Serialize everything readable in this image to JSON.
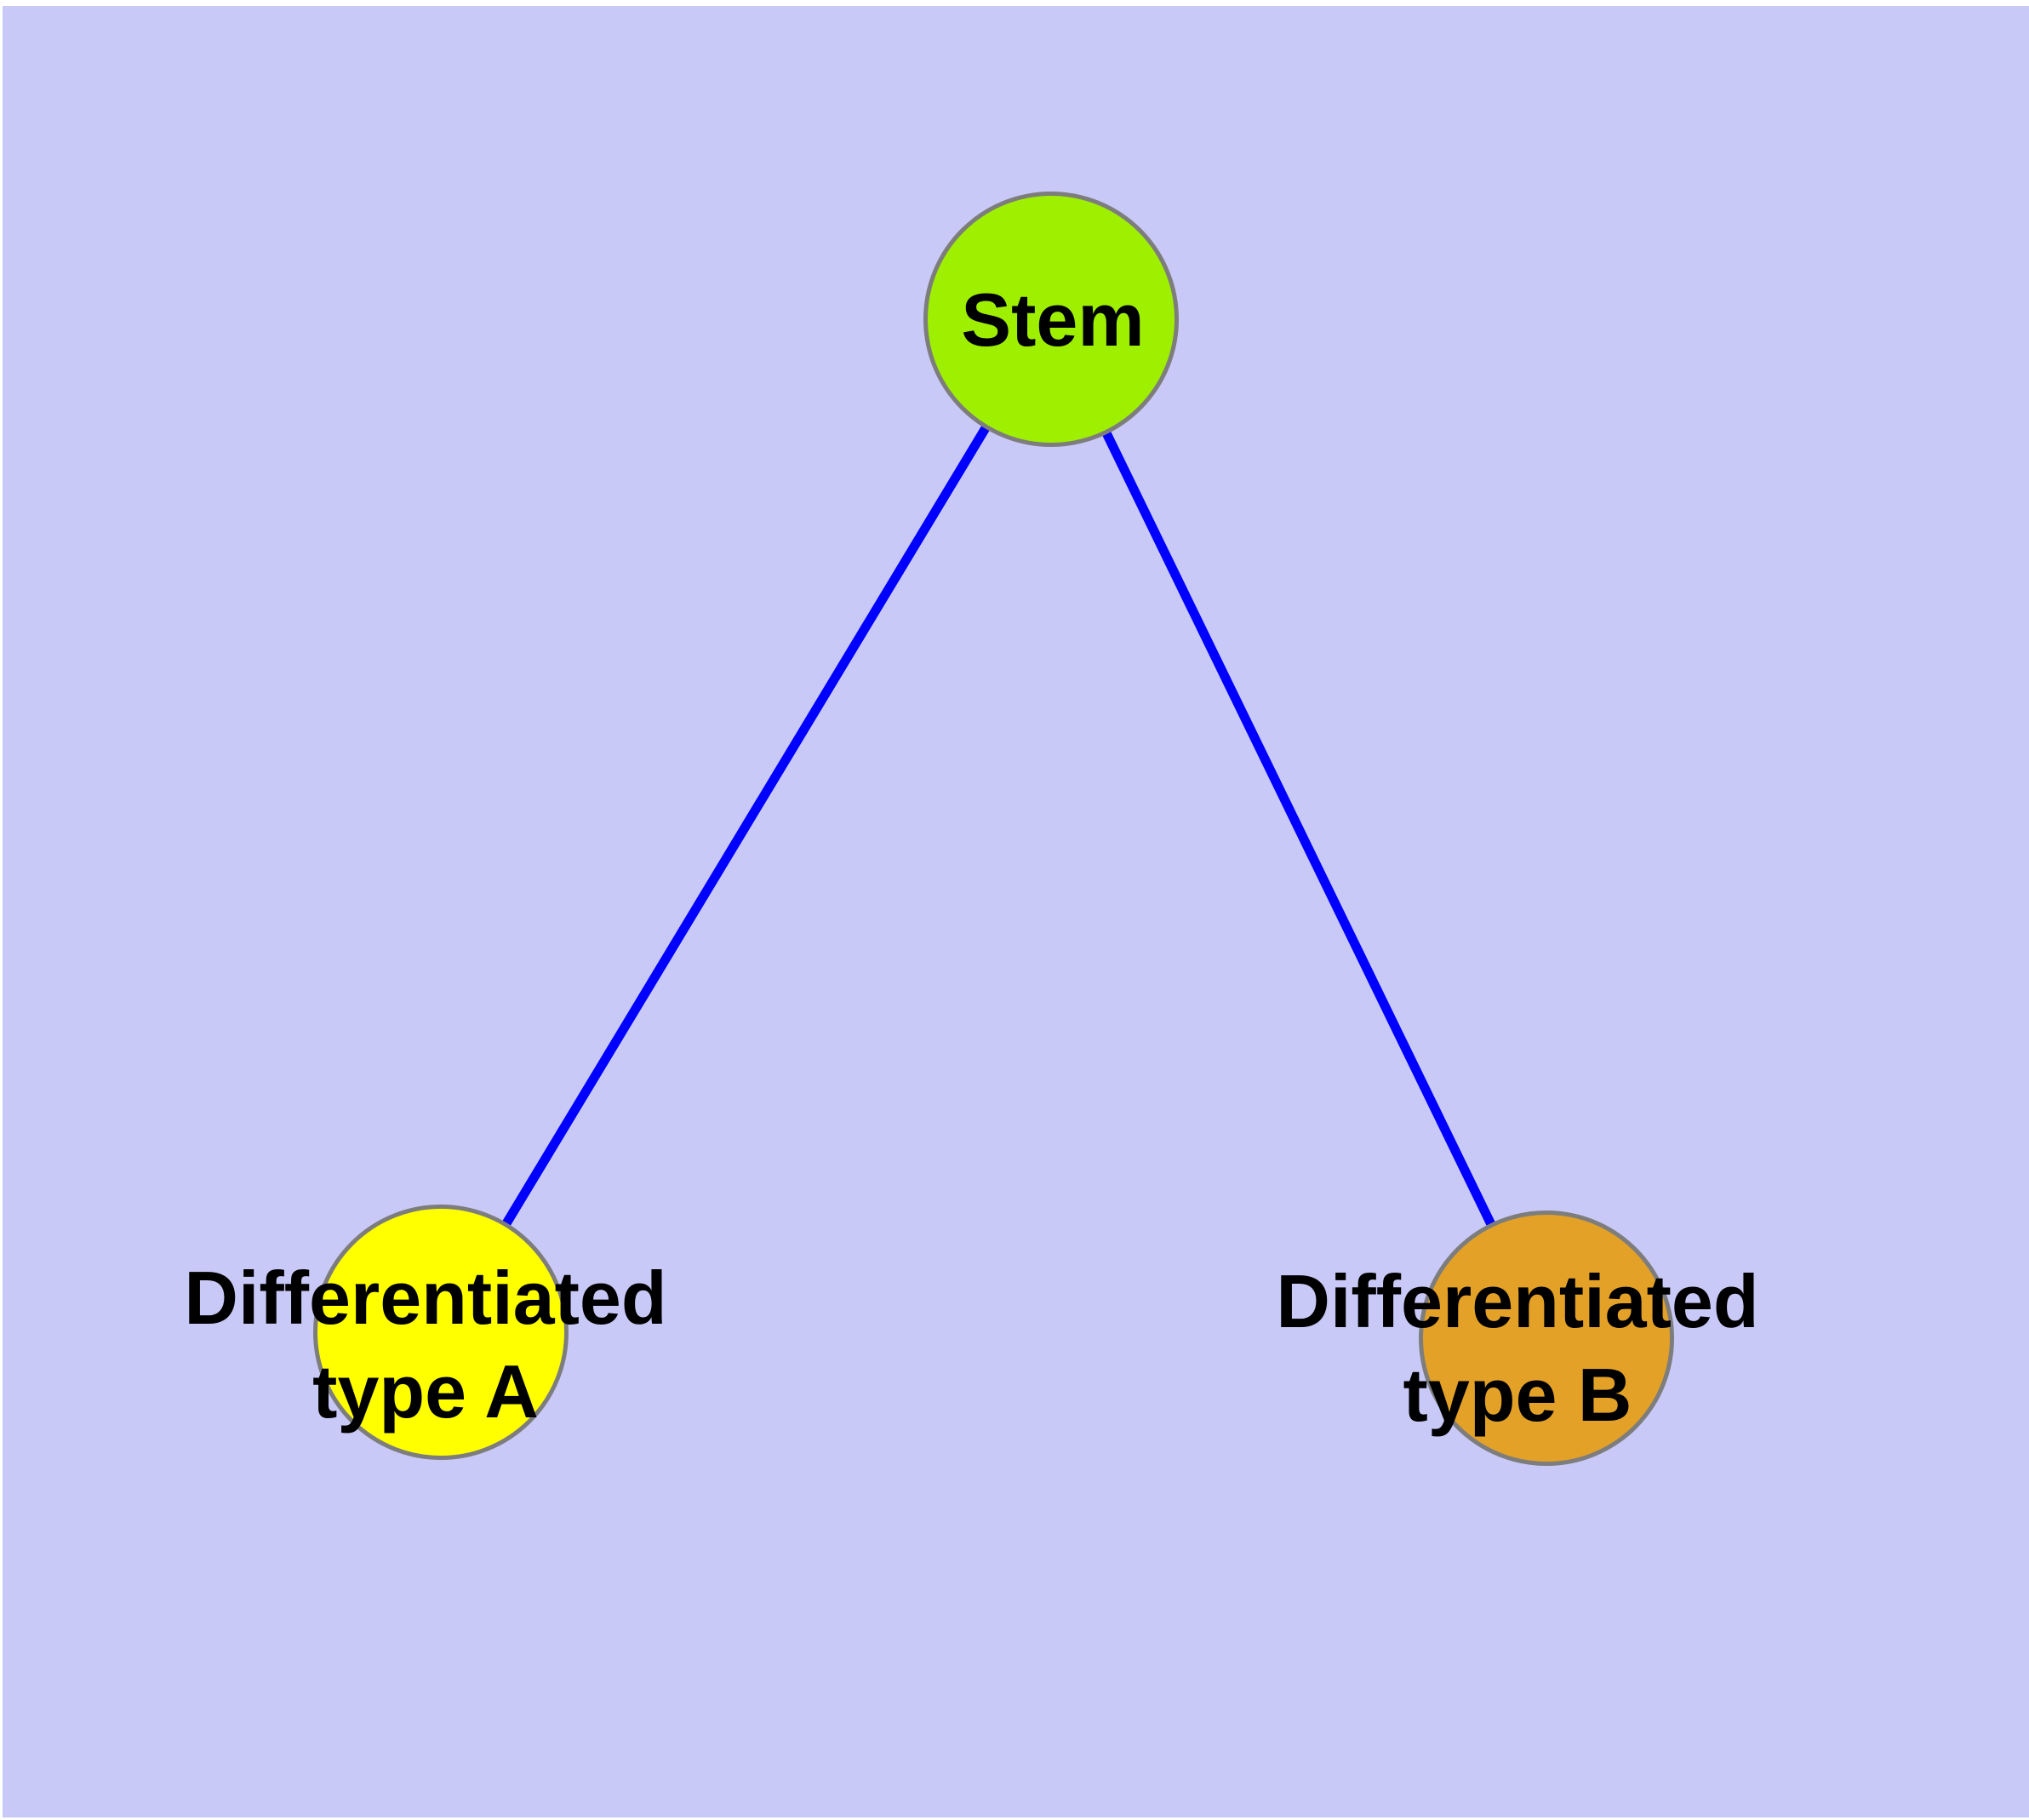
{
  "diagram": {
    "type": "node-link-graph",
    "background_color": "#c9c9f8",
    "margin_color": "#ffffff",
    "edge_color": "#0000ff",
    "node_border_color": "#7d7d7d",
    "label_color": "#000000",
    "nodes": [
      {
        "id": "stem",
        "label": "Stem",
        "fill_color": "#9fef00"
      },
      {
        "id": "differentiated-type-a",
        "label_line1": "Differentiated",
        "label_line2": "type A",
        "fill_color": "#ffff00"
      },
      {
        "id": "differentiated-type-b",
        "label_line1": "Differentiated",
        "label_line2": "type B",
        "fill_color": "#e3a128"
      }
    ],
    "edges": [
      {
        "from": "Stem",
        "to": "Differentiated type A"
      },
      {
        "from": "Stem",
        "to": "Differentiated type B"
      }
    ]
  }
}
